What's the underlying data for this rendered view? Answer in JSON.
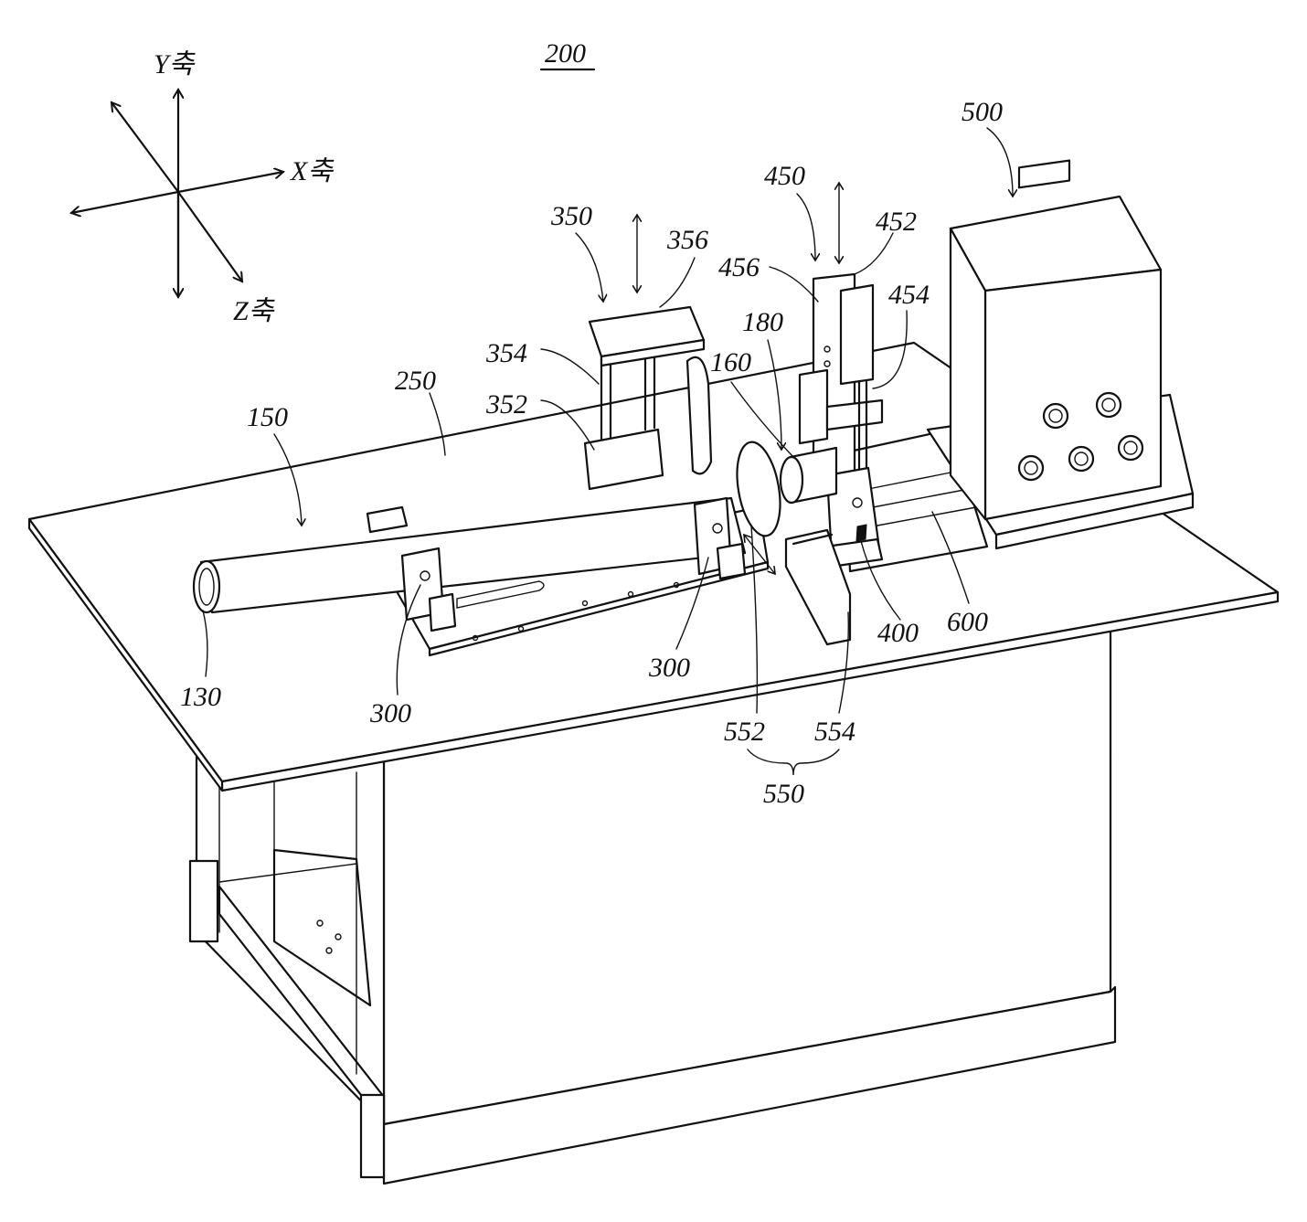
{
  "figure": {
    "number": "200",
    "axes": {
      "y": "Y축",
      "x": "X축",
      "z": "Z축"
    },
    "labels": {
      "l500": "500",
      "l450": "450",
      "l452": "452",
      "l456": "456",
      "l454": "454",
      "l350": "350",
      "l356": "356",
      "l354": "354",
      "l352": "352",
      "l180": "180",
      "l160": "160",
      "l250": "250",
      "l150": "150",
      "l130": "130",
      "l300a": "300",
      "l300b": "300",
      "l400": "400",
      "l600": "600",
      "l552": "552",
      "l554": "554",
      "l550": "550"
    }
  }
}
